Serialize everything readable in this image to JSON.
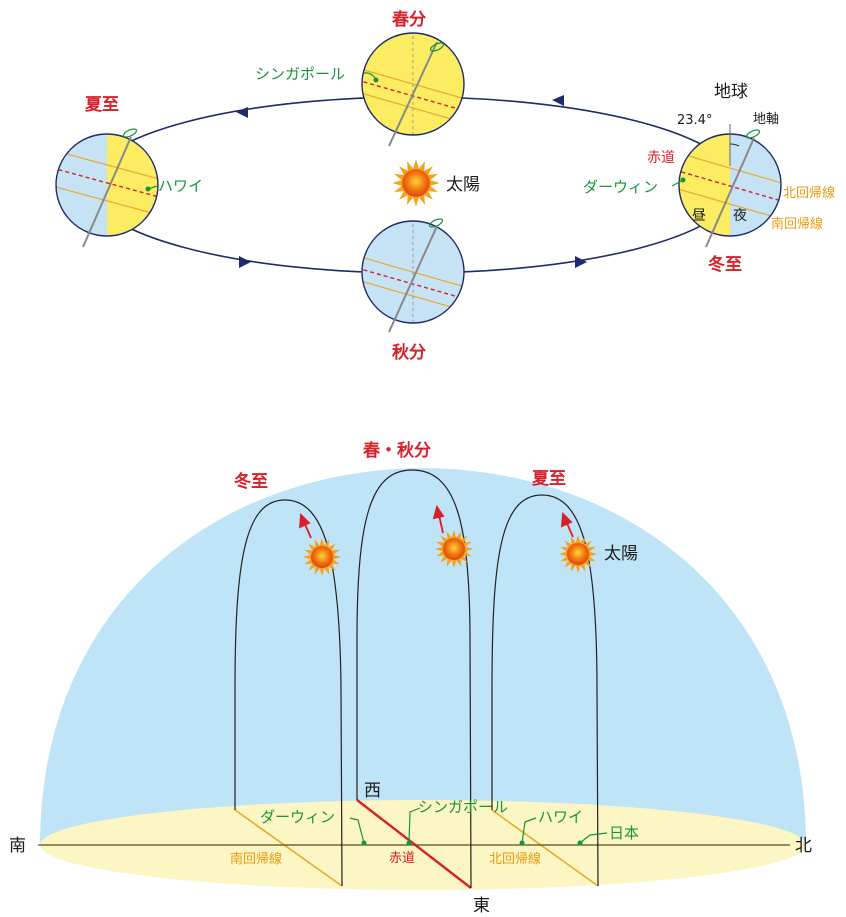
{
  "orbit": {
    "spring_equinox": "春分",
    "summer_solstice": "夏至",
    "autumn_equinox": "秋分",
    "winter_solstice": "冬至",
    "earth": "地球",
    "axis": "地軸",
    "tilt": "23.4°",
    "sun": "太陽",
    "singapore": "シンガポール",
    "hawaii": "ハワイ",
    "darwin": "ダーウィン",
    "equator": "赤道",
    "tropic_cancer": "北回帰線",
    "tropic_capricorn": "南回帰線",
    "day": "昼",
    "night": "夜"
  },
  "sky": {
    "winter_solstice": "冬至",
    "equinox": "春・秋分",
    "summer_solstice": "夏至",
    "sun": "太陽",
    "west": "西",
    "east": "東",
    "south": "南",
    "north": "北",
    "darwin": "ダーウィン",
    "singapore": "シンガポール",
    "hawaii": "ハワイ",
    "japan": "日本",
    "tropic_capricorn": "南回帰線",
    "equator": "赤道",
    "tropic_cancer": "北回帰線"
  },
  "colors": {
    "day": "#fbec61",
    "night": "#c6e3f6",
    "sky": "#bfe3f7",
    "ground": "#fbf6c3",
    "red": "#d8202a",
    "green": "#17953a",
    "orange": "#e89a0c",
    "orbit": "#1f2a6b"
  }
}
